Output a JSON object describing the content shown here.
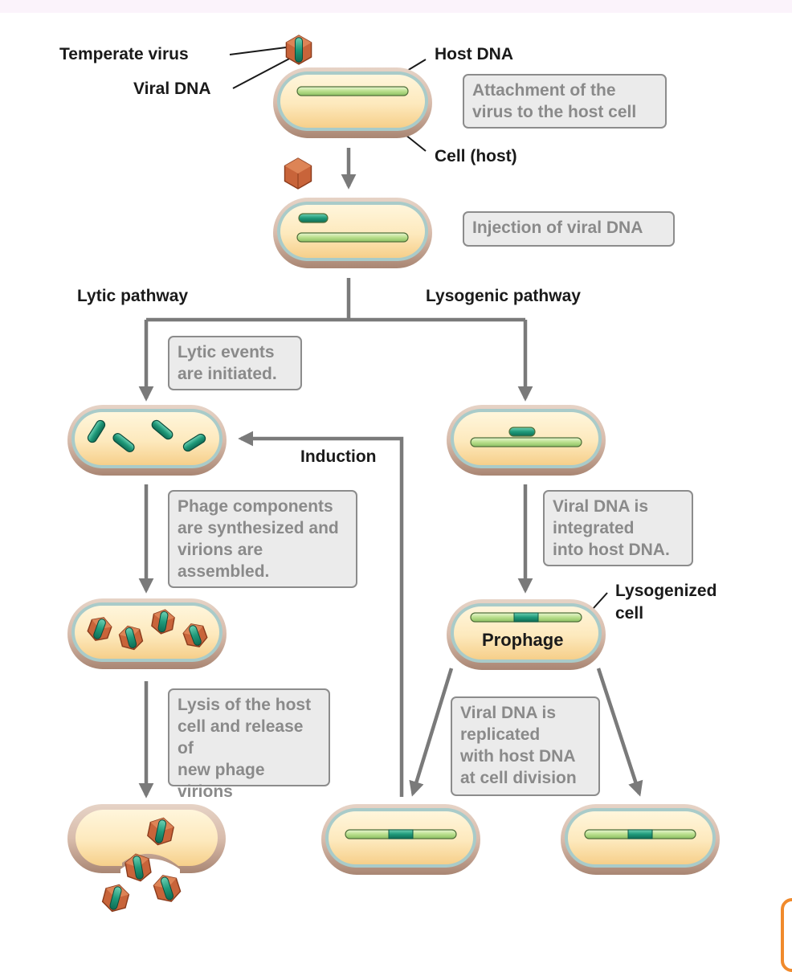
{
  "labels": {
    "temperate_virus": "Temperate virus",
    "viral_dna": "Viral DNA",
    "host_dna": "Host DNA",
    "cell_host": "Cell (host)",
    "lytic_pathway": "Lytic pathway",
    "lysogenic_pathway": "Lysogenic pathway",
    "induction": "Induction",
    "lysogenized_cell": "Lysogenized\ncell",
    "prophage": "Prophage"
  },
  "steps": {
    "attachment": "Attachment of the\nvirus to the host cell",
    "injection": "Injection of viral DNA",
    "lytic_initiated": "Lytic events\nare initiated.",
    "synthesized": "Phage components\nare synthesized and\nvirions are\nassembled.",
    "lysis": "Lysis of the host\ncell and release of\nnew phage\nvirions",
    "integrated": "Viral DNA is\nintegrated\ninto host DNA.",
    "replicated": "Viral DNA is\nreplicated\nwith host DNA\nat cell division"
  },
  "colors": {
    "capsid": "#c8643a",
    "viral_dna": "#1f9a7a",
    "host_dna": "#c8e6a0",
    "cytoplasm": "#fde7b8",
    "membrane": "#9fc3c3",
    "cell_wall": "#c9a592",
    "arrow": "#7a7a7a"
  }
}
